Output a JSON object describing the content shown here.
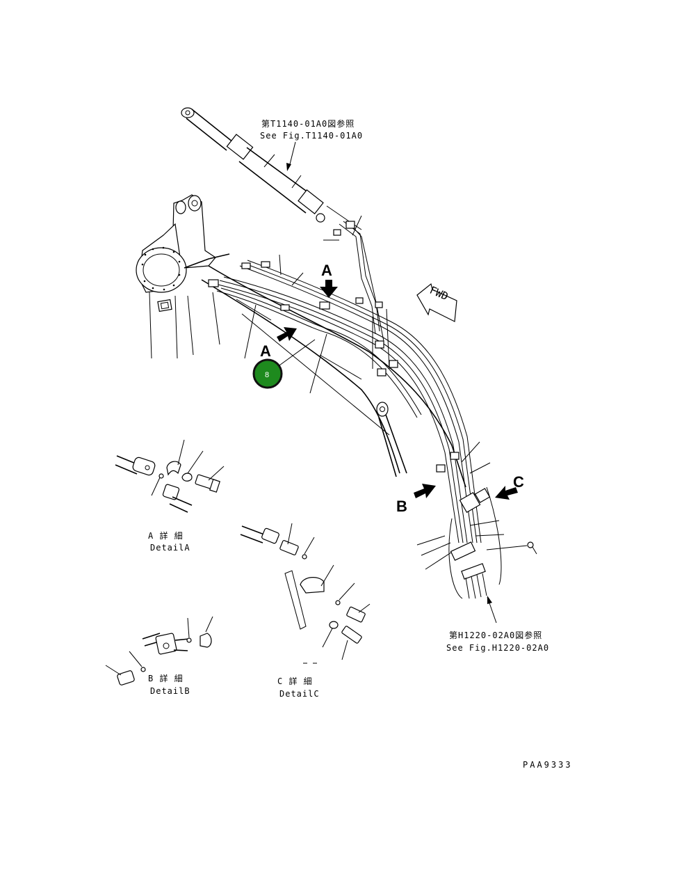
{
  "references": {
    "top_ref_jp": "第T1140-01A0図参照",
    "top_ref_en": "See Fig.T1140-01A0",
    "bottom_ref_jp": "第H1220-02A0図参照",
    "bottom_ref_en": "See Fig.H1220-02A0"
  },
  "labels": {
    "view_a_top": "A",
    "view_a_side": "A",
    "view_b": "B",
    "view_c": "C",
    "fwd": "FWD"
  },
  "badge": {
    "text": "8",
    "color": "#1e8a1e"
  },
  "details": {
    "a_jp": "A 詳 細",
    "a_en": "DetailA",
    "b_jp": "B 詳 細",
    "b_en": "DetailB",
    "c_jp": "C 詳 細",
    "c_en": "DetailC"
  },
  "drawing_number": "PAA9333"
}
